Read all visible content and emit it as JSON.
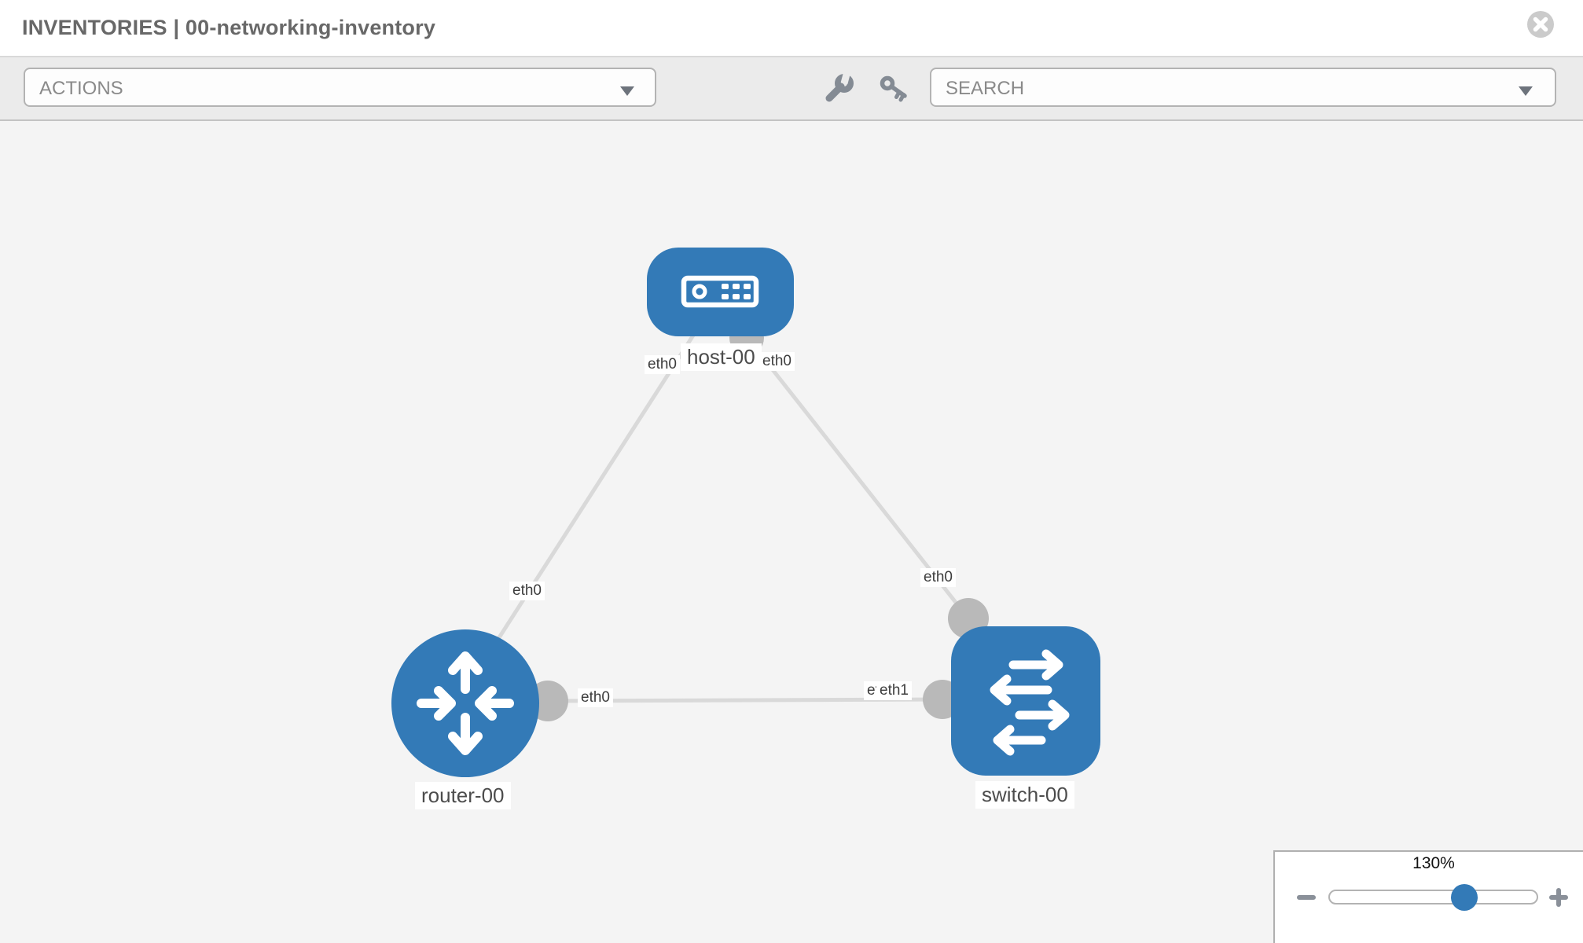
{
  "header": {
    "title": "INVENTORIES | 00-networking-inventory"
  },
  "toolbar": {
    "actions_label": "ACTIONS",
    "search_label": "SEARCH"
  },
  "topology": {
    "nodes": {
      "host": {
        "label": "host-00",
        "type": "host"
      },
      "router": {
        "label": "router-00",
        "type": "router"
      },
      "switch": {
        "label": "switch-00",
        "type": "switch"
      }
    },
    "interfaces": {
      "host_left": "eth0",
      "host_right": "eth0",
      "link_host_router": "eth0",
      "link_router_switch": "eth0",
      "switch_hidden": "eth0",
      "switch_near": "eth1",
      "switch_top": "eth0"
    }
  },
  "zoom_control": {
    "level": "130%"
  },
  "colors": {
    "node_blue": "#337ab7",
    "link_gray": "#d9d9d9",
    "connector_gray": "#b9b9b9",
    "icon_gray": "#848b94",
    "close_gray": "#cbcbcb"
  },
  "icons": {
    "toolbar": [
      "wrench-icon",
      "key-icon"
    ],
    "header": [
      "close-circle-icon"
    ],
    "dropdowns": [
      "caret-down-icon"
    ],
    "zoom": [
      "minus-icon",
      "plus-icon"
    ]
  }
}
